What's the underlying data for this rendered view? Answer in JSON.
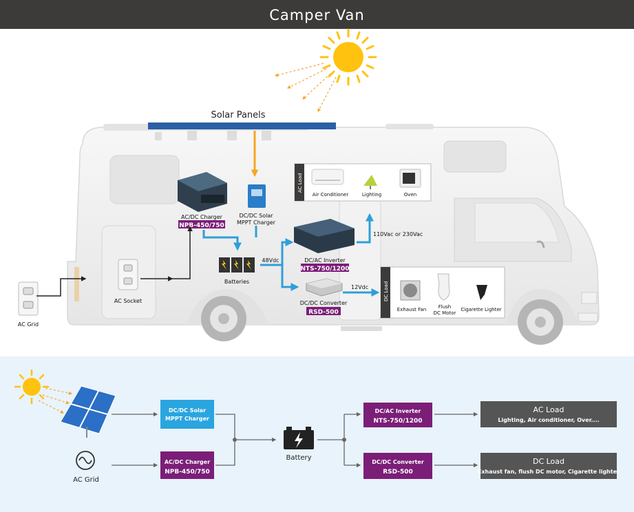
{
  "title": "Camper Van",
  "colors": {
    "header_bg": "#3d3b3a",
    "solar_arrow": "#f5a623",
    "flow_blue": "#2e9fd9",
    "model_purple": "#7b1e78",
    "charger_blue": "#2aa5df",
    "load_gray": "#555555",
    "bottom_bg": "#e8f3fb",
    "sun": "#ffc20e"
  },
  "van": {
    "solar_panels_label": "Solar Panels",
    "ac_charger": {
      "name": "AC/DC Charger",
      "model": "NPB-450/750"
    },
    "dc_solar_charger": {
      "line1": "DC/DC Solar",
      "line2": "MPPT Charger"
    },
    "batteries_label": "Batteries",
    "bus_voltage": "48Vdc",
    "inverter": {
      "name": "DC/AC Inverter",
      "model": "NTS-750/1200"
    },
    "converter": {
      "name": "DC/DC Converter",
      "model": "RSD-500"
    },
    "ac_output": "110Vac or 230Vac",
    "dc_output": "12Vdc",
    "ac_load_tag": "AC Load",
    "dc_load_tag": "DC Load",
    "ac_loads": [
      "Air Conditioner",
      "Lighting",
      "Oven"
    ],
    "dc_loads": {
      "fan": "Exhaust Fan",
      "motor1": "Flush",
      "motor2": "DC Motor",
      "lighter": "Cigarette Lighter"
    },
    "ac_socket_label": "AC Socket",
    "ac_grid_label": "AC Grid"
  },
  "flow": {
    "solar_charger": {
      "line1": "DC/DC Solar",
      "line2": "MPPT Charger"
    },
    "ac_charger": {
      "name": "AC/DC Charger",
      "model": "NPB-450/750"
    },
    "battery_label": "Battery",
    "inverter": {
      "name": "DC/AC Inverter",
      "model": "NTS-750/1200"
    },
    "converter": {
      "name": "DC/DC Converter",
      "model": "RSD-500"
    },
    "ac_load": {
      "title": "AC Load",
      "desc": "Lighting, Air conditioner, Over...."
    },
    "dc_load": {
      "title": "DC Load",
      "desc": "Exhaust fan, flush DC motor, Cigarette lighter"
    },
    "ac_grid_label": "AC Grid"
  }
}
